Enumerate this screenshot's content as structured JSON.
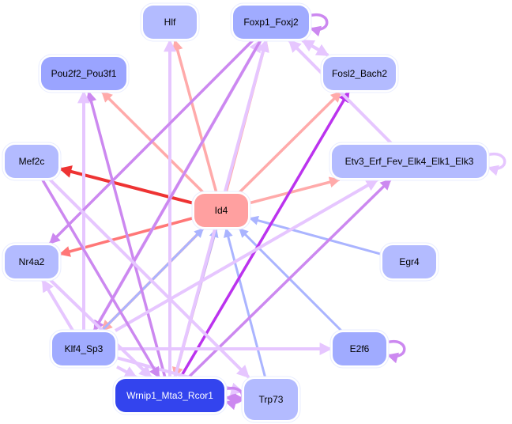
{
  "title": "Regulatory network",
  "colors": {
    "node_default": "#b3bbff",
    "node_mid": "#a0abff",
    "node_dark": "#9aa4ff",
    "node_hub": "#ffa0a0",
    "node_strong": "#3344ee",
    "edge_red_strong": "#ee3333",
    "edge_red": "#ff7777",
    "edge_red_light": "#ffaaaa",
    "edge_blue": "#aab4ff",
    "edge_purple_strong": "#bb33ee",
    "edge_purple": "#cc88f0",
    "edge_purple_light": "#e6c6ff",
    "text_dark": "#000000",
    "text_light": "#ffffff"
  },
  "nodes": [
    {
      "id": "Hlf",
      "label": "Hlf",
      "fill": "node_default",
      "text": "text_dark"
    },
    {
      "id": "Foxp1_Foxj2",
      "label": "Foxp1_Foxj2",
      "fill": "node_mid",
      "text": "text_dark"
    },
    {
      "id": "Pou2f2_Pou3f1",
      "label": "Pou2f2_Pou3f1",
      "fill": "node_dark",
      "text": "text_dark"
    },
    {
      "id": "Fosl2_Bach2",
      "label": "Fosl2_Bach2",
      "fill": "node_default",
      "text": "text_dark"
    },
    {
      "id": "Mef2c",
      "label": "Mef2c",
      "fill": "node_default",
      "text": "text_dark"
    },
    {
      "id": "Etv3",
      "label": "Etv3_Erf_Fev_Elk4_Elk1_Elk3",
      "fill": "node_default",
      "text": "text_dark"
    },
    {
      "id": "Id4",
      "label": "Id4",
      "fill": "node_hub",
      "text": "text_dark"
    },
    {
      "id": "Nr4a2",
      "label": "Nr4a2",
      "fill": "node_default",
      "text": "text_dark"
    },
    {
      "id": "Egr4",
      "label": "Egr4",
      "fill": "node_default",
      "text": "text_dark"
    },
    {
      "id": "Klf4_Sp3",
      "label": "Klf4_Sp3",
      "fill": "node_mid",
      "text": "text_dark"
    },
    {
      "id": "E2f6",
      "label": "E2f6",
      "fill": "node_mid",
      "text": "text_dark"
    },
    {
      "id": "Wrnip1",
      "label": "Wrnip1_Mta3_Rcor1",
      "fill": "node_strong",
      "text": "text_light"
    },
    {
      "id": "Trp73",
      "label": "Trp73",
      "fill": "node_default",
      "text": "text_dark"
    }
  ],
  "edges": [
    {
      "from": "Id4",
      "to": "Mef2c",
      "color": "edge_red_strong"
    },
    {
      "from": "Id4",
      "to": "Nr4a2",
      "color": "edge_red"
    },
    {
      "from": "Id4",
      "to": "Pou2f2_Pou3f1",
      "color": "edge_red_light"
    },
    {
      "from": "Id4",
      "to": "Hlf",
      "color": "edge_red_light"
    },
    {
      "from": "Id4",
      "to": "Foxp1_Foxj2",
      "color": "edge_red_light"
    },
    {
      "from": "Id4",
      "to": "Fosl2_Bach2",
      "color": "edge_red_light"
    },
    {
      "from": "Id4",
      "to": "Etv3",
      "color": "edge_red_light"
    },
    {
      "from": "Id4",
      "to": "Klf4_Sp3",
      "color": "edge_red_light"
    },
    {
      "from": "Id4",
      "to": "Wrnip1",
      "color": "edge_red_light"
    },
    {
      "from": "Egr4",
      "to": "Id4",
      "color": "edge_blue"
    },
    {
      "from": "E2f6",
      "to": "Id4",
      "color": "edge_blue"
    },
    {
      "from": "Trp73",
      "to": "Id4",
      "color": "edge_blue"
    },
    {
      "from": "Wrnip1",
      "to": "Id4",
      "color": "edge_blue"
    },
    {
      "from": "Klf4_Sp3",
      "to": "Id4",
      "color": "edge_blue"
    },
    {
      "from": "Wrnip1",
      "to": "Fosl2_Bach2",
      "color": "edge_purple_strong"
    },
    {
      "from": "Wrnip1",
      "to": "Etv3",
      "color": "edge_purple"
    },
    {
      "from": "Wrnip1",
      "to": "Foxp1_Foxj2",
      "color": "edge_purple_light"
    },
    {
      "from": "Wrnip1",
      "to": "Hlf",
      "color": "edge_purple_light"
    },
    {
      "from": "Wrnip1",
      "to": "Pou2f2_Pou3f1",
      "color": "edge_purple"
    },
    {
      "from": "Wrnip1",
      "to": "Trp73",
      "color": "edge_purple"
    },
    {
      "from": "Trp73",
      "to": "Wrnip1",
      "color": "edge_purple"
    },
    {
      "from": "Klf4_Sp3",
      "to": "Foxp1_Foxj2",
      "color": "edge_purple_light"
    },
    {
      "from": "Klf4_Sp3",
      "to": "Etv3",
      "color": "edge_purple_light"
    },
    {
      "from": "Klf4_Sp3",
      "to": "E2f6",
      "color": "edge_purple_light"
    },
    {
      "from": "Klf4_Sp3",
      "to": "Trp73",
      "color": "edge_purple_light"
    },
    {
      "from": "Klf4_Sp3",
      "to": "Pou2f2_Pou3f1",
      "color": "edge_purple_light"
    },
    {
      "from": "Klf4_Sp3",
      "to": "Nr4a2",
      "color": "edge_purple_light"
    },
    {
      "from": "Foxp1_Foxj2",
      "to": "Nr4a2",
      "color": "edge_purple"
    },
    {
      "from": "Foxp1_Foxj2",
      "to": "Klf4_Sp3",
      "color": "edge_purple"
    },
    {
      "from": "Foxp1_Foxj2",
      "to": "Fosl2_Bach2",
      "color": "edge_purple_light"
    },
    {
      "from": "Fosl2_Bach2",
      "to": "Foxp1_Foxj2",
      "color": "edge_purple_light"
    },
    {
      "from": "Etv3",
      "to": "Foxp1_Foxj2",
      "color": "edge_purple_light"
    },
    {
      "from": "Mef2c",
      "to": "Wrnip1",
      "color": "edge_purple"
    },
    {
      "from": "Mef2c",
      "to": "Trp73",
      "color": "edge_purple_light"
    },
    {
      "from": "Nr4a2",
      "to": "Wrnip1",
      "color": "edge_purple_light"
    },
    {
      "from": "Klf4_Sp3",
      "to": "Wrnip1",
      "color": "edge_purple_light"
    }
  ],
  "self_loops": [
    {
      "node": "Foxp1_Foxj2",
      "color": "edge_purple"
    },
    {
      "node": "Etv3",
      "color": "edge_purple_light"
    },
    {
      "node": "E2f6",
      "color": "edge_purple"
    },
    {
      "node": "Wrnip1",
      "color": "edge_purple"
    }
  ]
}
